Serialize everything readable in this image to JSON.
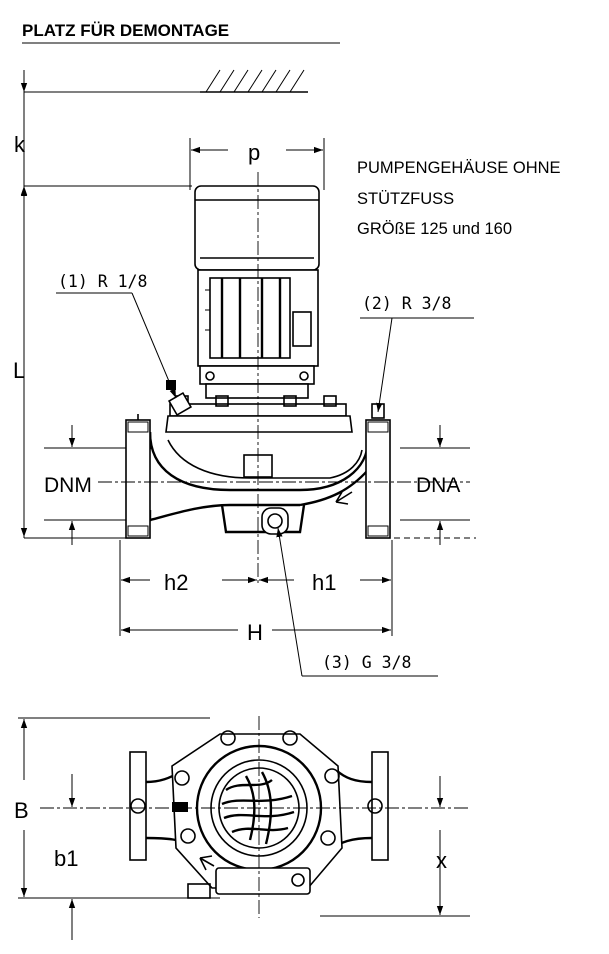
{
  "header": {
    "title": "PLATZ FÜR DEMONTAGE"
  },
  "note": {
    "line1": "PUMPENGEHÄUSE OHNE",
    "line2": "STÜTZFUSS",
    "line3": "GRÖßE 125 und 160"
  },
  "callouts": {
    "c1": "(1) R 1/8",
    "c2": "(2) R 3/8",
    "c3": "(3) G 3/8"
  },
  "dimensions": {
    "k": "k",
    "p": "p",
    "L": "L",
    "DNM": "DNM",
    "DNA": "DNA",
    "h2": "h2",
    "h1": "h1",
    "H": "H",
    "B": "B",
    "b1": "b1",
    "x": "x"
  }
}
